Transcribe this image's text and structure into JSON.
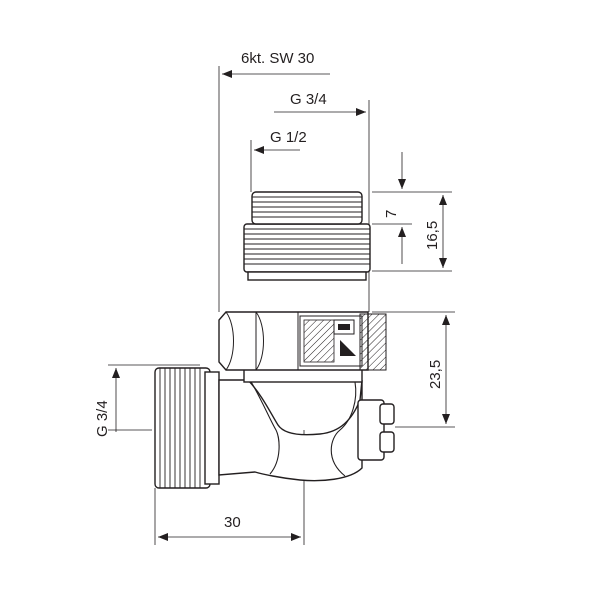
{
  "drawing": {
    "dimensions": {
      "hex_size": "6kt. SW 30",
      "outlet_thread": "G 3/4",
      "inner_thread": "G 1/2",
      "thread_height_small": "7",
      "thread_height_total": "16,5",
      "height_to_axis": "23,5",
      "inlet_thread": "G 3/4",
      "inlet_length": "30"
    }
  }
}
